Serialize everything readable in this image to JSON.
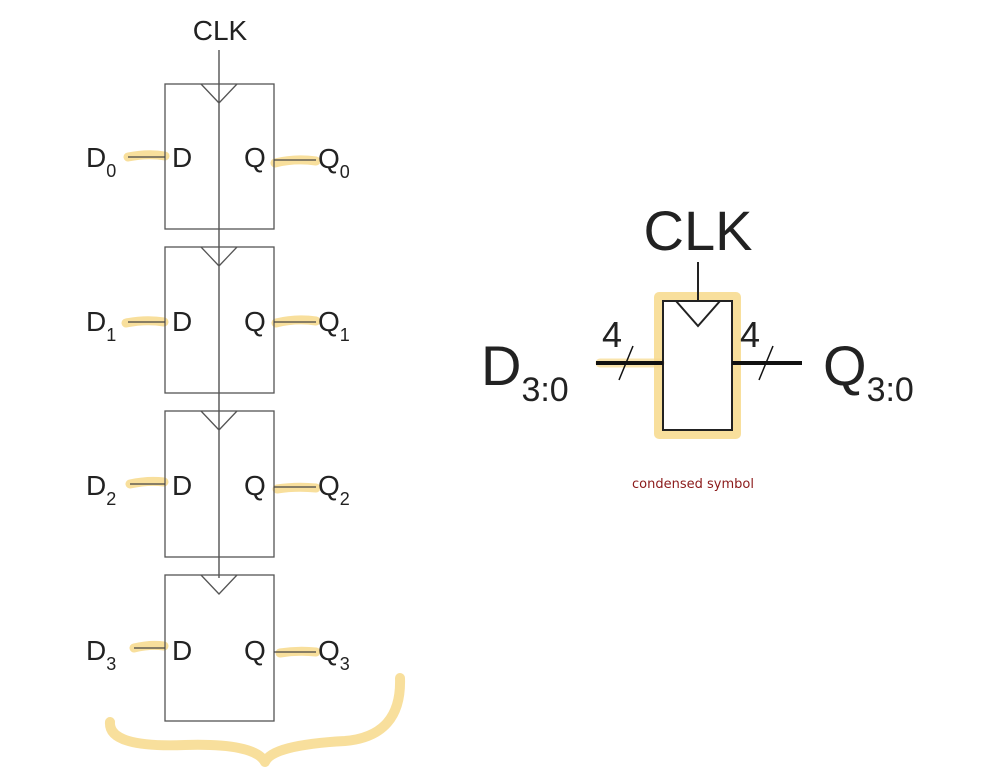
{
  "colors": {
    "ink": "#222222",
    "highlight": "#f7d98b",
    "caption": "#8b1a1a"
  },
  "left": {
    "clk_label": "CLK",
    "flipflops": [
      {
        "in_label": "D",
        "out_label": "Q",
        "d_name": "D",
        "d_sub": "0",
        "q_name": "Q",
        "q_sub": "0"
      },
      {
        "in_label": "D",
        "out_label": "Q",
        "d_name": "D",
        "d_sub": "1",
        "q_name": "Q",
        "q_sub": "1"
      },
      {
        "in_label": "D",
        "out_label": "Q",
        "d_name": "D",
        "d_sub": "2",
        "q_name": "Q",
        "q_sub": "2"
      },
      {
        "in_label": "D",
        "out_label": "Q",
        "d_name": "D",
        "d_sub": "3",
        "q_name": "Q",
        "q_sub": "3"
      }
    ]
  },
  "right": {
    "clk_label": "CLK",
    "d_name": "D",
    "d_sub": "3:0",
    "q_name": "Q",
    "q_sub": "3:0",
    "width_in": "4",
    "width_out": "4",
    "caption": "condensed symbol"
  }
}
